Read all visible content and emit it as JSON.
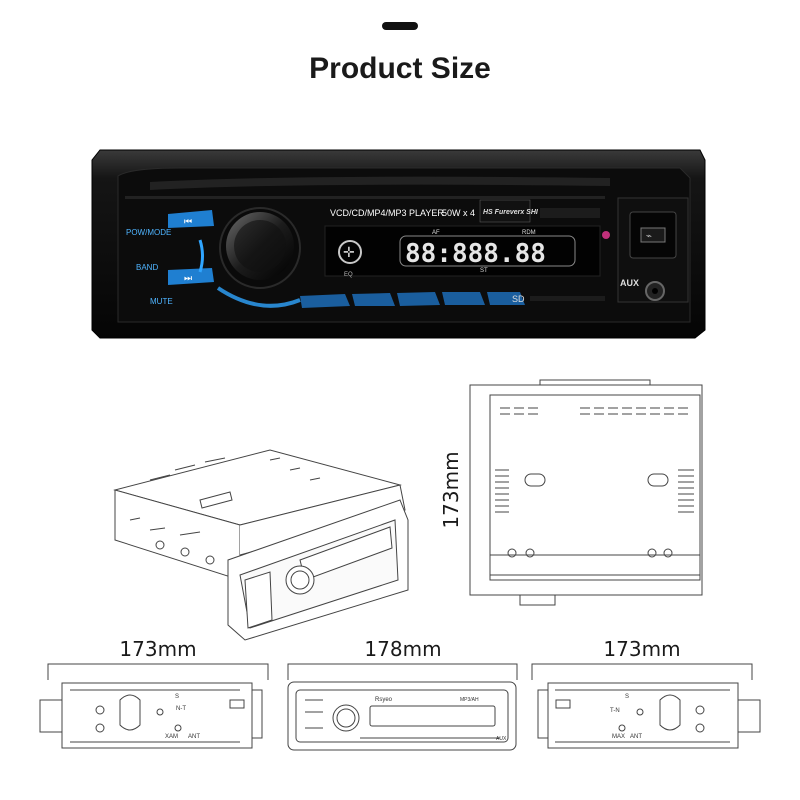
{
  "title": "Product Size",
  "stereo": {
    "model_label": "VCD/CD/MP4/MP3  PLAYER",
    "power_label": "50W x 4",
    "brand_badge": "HS Fureverx SHI",
    "buttons": {
      "pow_mode": "POW/MODE",
      "band": "BAND",
      "mute": "MUTE",
      "aux": "AUX",
      "sd": "SD"
    },
    "display": {
      "af": "AF",
      "rdm": "RDM",
      "eq": "EQ",
      "st": "ST",
      "segments": "88:888.88"
    },
    "icons": [
      "prev-track-icon",
      "next-track-icon",
      "usb-icon",
      "aux-jack-icon"
    ],
    "accent_color": "#29a8ff"
  },
  "dimensions": {
    "side_height": "173mm",
    "left_width": "173mm",
    "front_width": "178mm",
    "right_width": "173mm"
  },
  "drawings": {
    "front_brand": "Rsyeo",
    "front_badge": "MP3/AH",
    "front_aux": "AUX",
    "left_labels": [
      "XAM",
      "ANT",
      "N-T",
      "S"
    ],
    "right_labels": [
      "T-N",
      "MAX",
      "ANT",
      "S"
    ]
  }
}
